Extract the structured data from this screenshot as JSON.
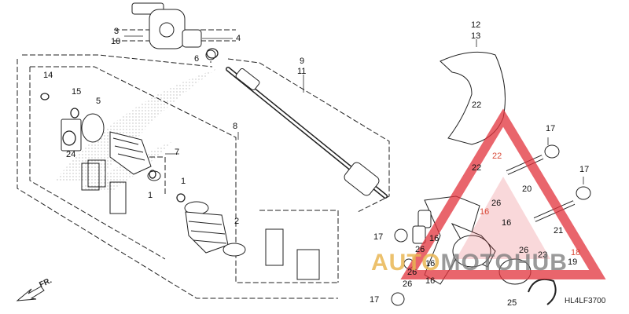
{
  "diagram_code": "HL4LF3700",
  "direction_label": "FR.",
  "watermark": {
    "part1": "AUTO",
    "part2": "MOTO",
    "part3": "HUB"
  },
  "colors": {
    "line": "#222222",
    "red_label": "#d94a38",
    "watermark_red": "#e2323c",
    "watermark_gold": "#e9b654",
    "watermark_gray": "#7a7a7a"
  },
  "callouts": {
    "c1a": "1",
    "c1b": "1",
    "c2": "2",
    "c3": "3",
    "c4": "4",
    "c5": "5",
    "c6": "6",
    "c7": "7",
    "c8": "8",
    "c9": "9",
    "c10": "10",
    "c11": "11",
    "c12": "12",
    "c13": "13",
    "c14": "14",
    "c15": "15",
    "c16a": "16",
    "c16b": "16",
    "c16c": "16",
    "c16d": "16",
    "c16e": "16",
    "c17a": "17",
    "c17b": "17",
    "c17c": "17",
    "c17d": "17",
    "c18": "18",
    "c19": "19",
    "c20": "20",
    "c21": "21",
    "c22a": "22",
    "c22b": "22",
    "c22c": "22",
    "c23": "23",
    "c24": "24",
    "c25": "25",
    "c26a": "26",
    "c26b": "26",
    "c26c": "26",
    "c26d": "26",
    "c26e": "26"
  }
}
